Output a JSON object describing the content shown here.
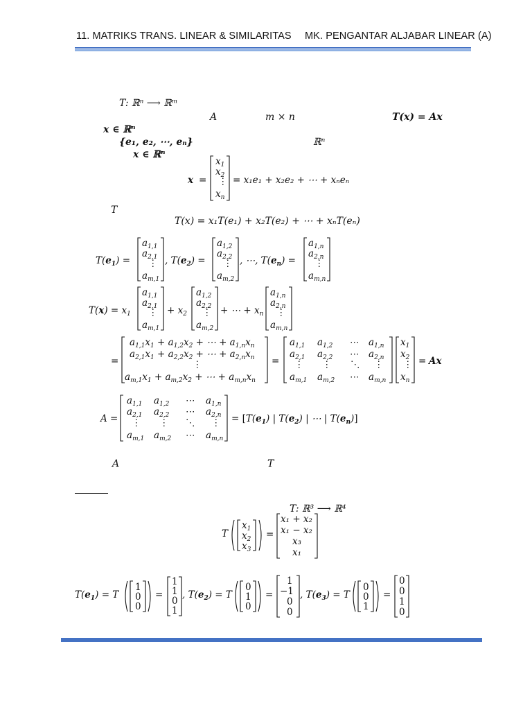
{
  "header": {
    "left": "11. MATRIKS TRANS. LINEAR & SIMILARITAS",
    "right": "MK. PENGANTAR ALJABAR LINEAR (A)",
    "rule_color": "#4472c4"
  },
  "footer": {
    "rule_color": "#4472c4"
  },
  "math": {
    "T_map": "T: ℝⁿ ⟶ ℝᵐ",
    "A": "A",
    "m_by_n": "m × n",
    "T_x_eq_Ax": "T(x) = Ax",
    "x_in_Rn": "x ∈ ℝⁿ",
    "basis": "{e₁, e₂, ⋯, eₙ}",
    "Rn": "ℝⁿ",
    "x_in_Rn_2": "x ∈ ℝⁿ",
    "x_expansion_rhs": "= x₁e₁ + x₂e₂ + ⋯ + xₙeₙ",
    "T_label": "T",
    "T_linearity": "T(x) = x₁T(e₁) + x₂T(e₂) + ⋯ + xₙT(eₙ)",
    "A_label": "A",
    "T_label_2": "T",
    "example_map": "T: ℝ³ ⟶ ℝ⁴",
    "example_rows": [
      "x₁ + x₂",
      "x₁ − x₂",
      "x₃",
      "x₁"
    ]
  }
}
